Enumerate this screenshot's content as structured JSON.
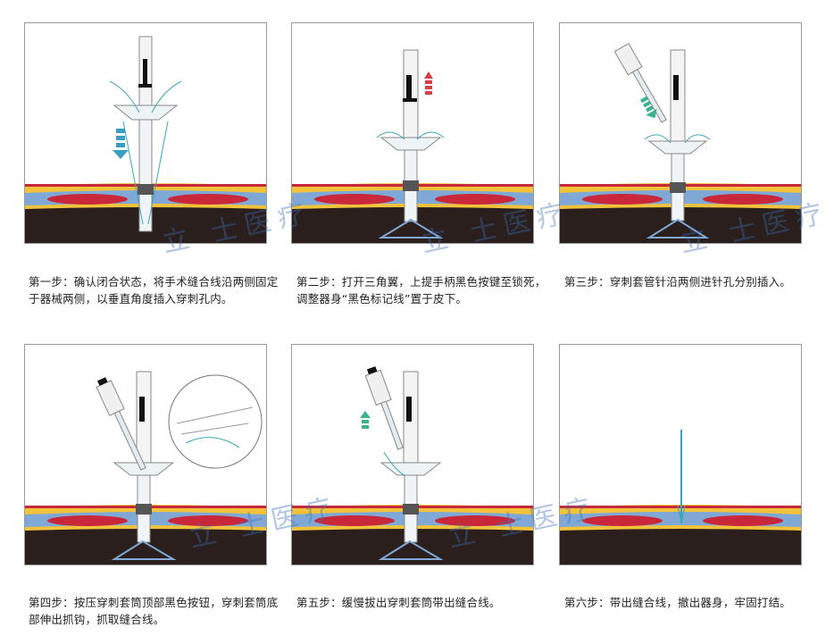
{
  "steps": [
    {
      "caption": "第一步：确认闭合状态，将手术缝合线沿两侧固定于器械两侧，以垂直角度插入穿刺孔内。"
    },
    {
      "caption": "第二步：打开三角翼，上提手柄黑色按键至锁死，调整器身“黑色标记线”置于皮下。"
    },
    {
      "caption": "第三步：穿刺套管针沿两侧进针孔分别插入。"
    },
    {
      "caption": "第四步：按压穿刺套筒顶部黑色按钮，穿刺套筒底部伸出抓钩，抓取缝合线。"
    },
    {
      "caption": "第五步：缓慢拔出穿刺套筒带出缝合线。"
    },
    {
      "caption": "第六步：带出缝合线，撤出器身，牢固打结。"
    }
  ],
  "watermark": "立 士医疗",
  "colors": {
    "dark_tissue": "#2a1f1c",
    "fat": "#f1c23a",
    "muscle": "#c8283a",
    "fascia": "#7fa8d6",
    "suture": "#3aa7b8",
    "arrow_blue": "#3a9ec2",
    "arrow_red": "#d6404a",
    "arrow_green": "#3bb38a"
  }
}
